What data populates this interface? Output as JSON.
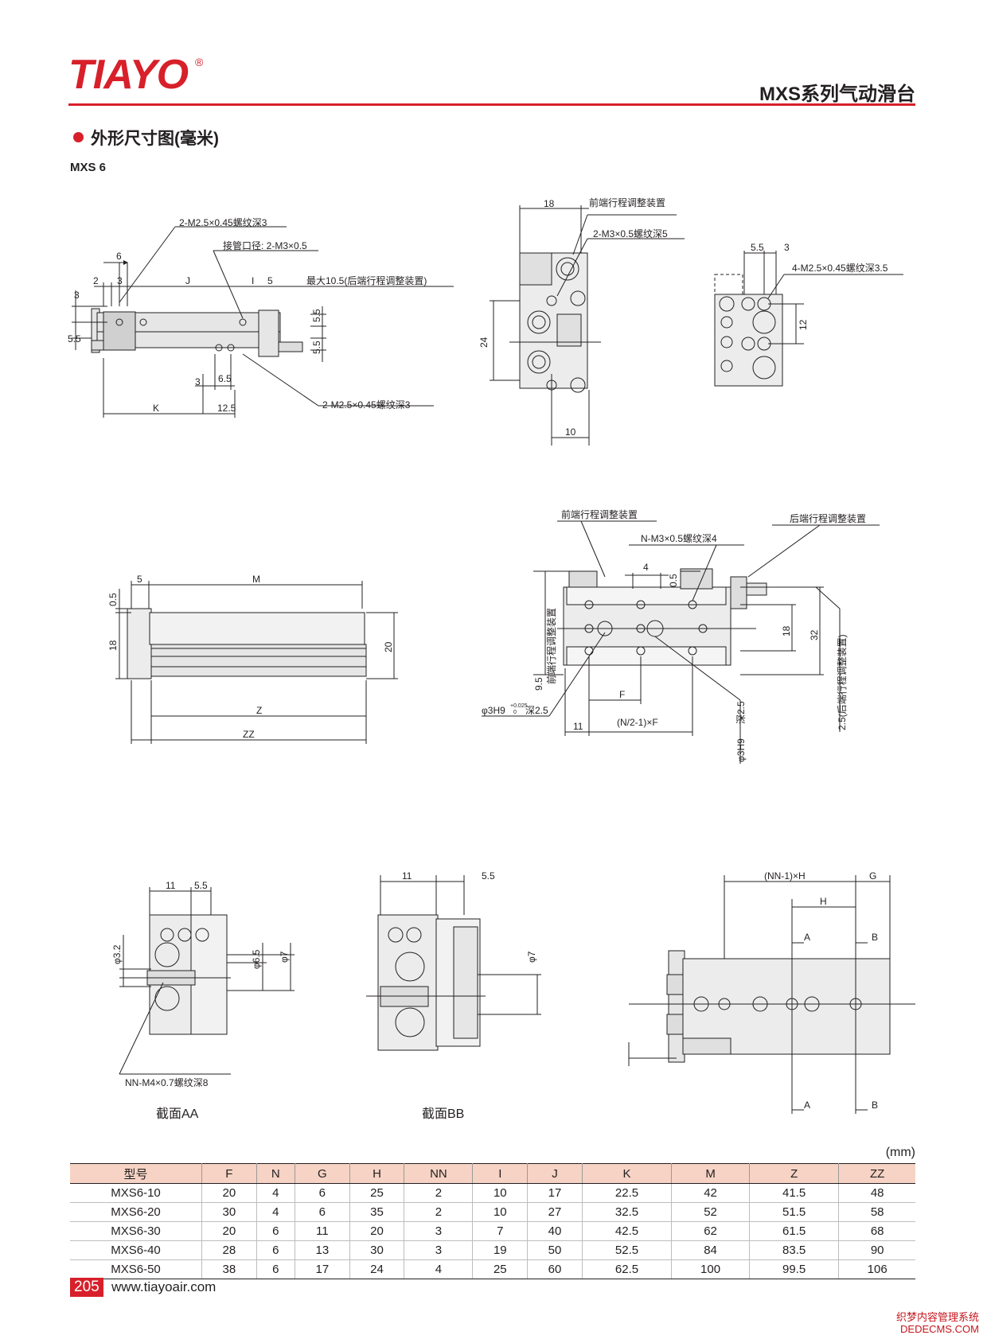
{
  "header": {
    "brand": "TIAYO",
    "registered_mark": "®",
    "series_title": "MXS系列气动滑台"
  },
  "section": {
    "title": "外形尺寸图(毫米)",
    "model": "MXS 6"
  },
  "drawing_labels": {
    "side_top": {
      "m25_top": "2-M2.5×0.45螺纹深3",
      "port": "接管口径: 2-M3×0.5",
      "max": "最大10.5(后端行程调整装置)",
      "d6": "6",
      "d2": "2",
      "d3": "3",
      "dJ": "J",
      "dI": "I",
      "d5": "5",
      "d3v": "3",
      "d55v": "5.5",
      "d55r1": "5.5",
      "d55r2": "5.5",
      "d3b": "3",
      "d65": "6.5",
      "dK": "K",
      "d125": "12.5",
      "m25_bottom": "2-M2.5×0.45螺纹深3"
    },
    "end_view": {
      "d18": "18",
      "front_adj": "前端行程调整装置",
      "m3": "2-M3×0.5螺纹深5",
      "d24": "24",
      "d10": "10"
    },
    "right_end": {
      "d55": "5.5",
      "d3": "3",
      "m25": "4-M2.5×0.45螺纹深3.5",
      "d12": "12"
    },
    "side_mid": {
      "d5": "5",
      "dM": "M",
      "d05": "0.5",
      "d18": "18",
      "d20": "20",
      "dZ": "Z",
      "dZZ": "ZZ"
    },
    "top_mid": {
      "front_adj": "前端行程调整装置",
      "rear_adj": "后端行程调整装置",
      "nm3": "N-M3×0.5螺纹深4",
      "d4": "4",
      "d05": "0.5",
      "d18": "18",
      "d32": "32",
      "d95": "9.5",
      "front_adj_v": "前端行程调整装置",
      "hole": "φ3H9",
      "hole_tol": "+0.025",
      "hole_tol0": "0",
      "hole_depth": "深2.5",
      "hole_v": "φ3H9",
      "hole_v_depth": "深2.5",
      "dF": "F",
      "d11": "11",
      "formula": "(N/2-1)×F",
      "rear_v": "2.5(后端行程调整装置)"
    },
    "section_aa": {
      "d11": "11",
      "d55": "5.5",
      "d32": "φ3.2",
      "d65": "φ6.5",
      "d7": "φ7",
      "nn": "NN-M4×0.7螺纹深8",
      "caption": "截面AA"
    },
    "section_bb": {
      "d11": "11",
      "d55": "5.5",
      "d7": "φ7",
      "caption": "截面BB"
    },
    "bottom_view": {
      "nnh": "(NN-1)×H",
      "dG": "G",
      "dH": "H",
      "a1": "A",
      "b1": "B",
      "a2": "A",
      "b2": "B"
    }
  },
  "table": {
    "unit": "(mm)",
    "headers": [
      "型号",
      "F",
      "N",
      "G",
      "H",
      "NN",
      "I",
      "J",
      "K",
      "M",
      "Z",
      "ZZ"
    ],
    "rows": [
      [
        "MXS6-10",
        "20",
        "4",
        "6",
        "25",
        "2",
        "10",
        "17",
        "22.5",
        "42",
        "41.5",
        "48"
      ],
      [
        "MXS6-20",
        "30",
        "4",
        "6",
        "35",
        "2",
        "10",
        "27",
        "32.5",
        "52",
        "51.5",
        "58"
      ],
      [
        "MXS6-30",
        "20",
        "6",
        "11",
        "20",
        "3",
        "7",
        "40",
        "42.5",
        "62",
        "61.5",
        "68"
      ],
      [
        "MXS6-40",
        "28",
        "6",
        "13",
        "30",
        "3",
        "19",
        "50",
        "52.5",
        "84",
        "83.5",
        "90"
      ],
      [
        "MXS6-50",
        "38",
        "6",
        "17",
        "24",
        "4",
        "25",
        "60",
        "62.5",
        "100",
        "99.5",
        "106"
      ]
    ]
  },
  "footer": {
    "page": "205",
    "website": "www.tiayoair.com",
    "watermark_line1": "织梦内容管理系统",
    "watermark_line2": "DEDECMS.COM"
  }
}
